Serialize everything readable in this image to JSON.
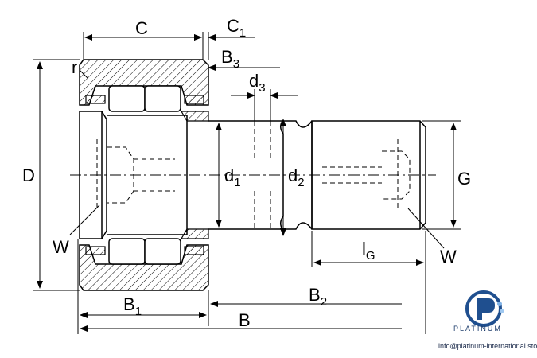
{
  "labels": {
    "C": "C",
    "C1_main": "C",
    "C1_sub": "1",
    "B3_main": "B",
    "B3_sub": "3",
    "d3_main": "d",
    "d3_sub": "3",
    "r": "r",
    "D": "D",
    "d1_main": "d",
    "d1_sub": "1",
    "d2_main": "d",
    "d2_sub": "2",
    "G": "G",
    "W_left": "W",
    "W_right": "W",
    "lG_main": "l",
    "lG_sub": "G",
    "B1_main": "B",
    "B1_sub": "1",
    "B2_main": "B",
    "B2_sub": "2",
    "B": "B"
  },
  "brand": {
    "name": "PLATINUM",
    "email": "info@platinum-international.store",
    "color": "#1f4f8f"
  }
}
